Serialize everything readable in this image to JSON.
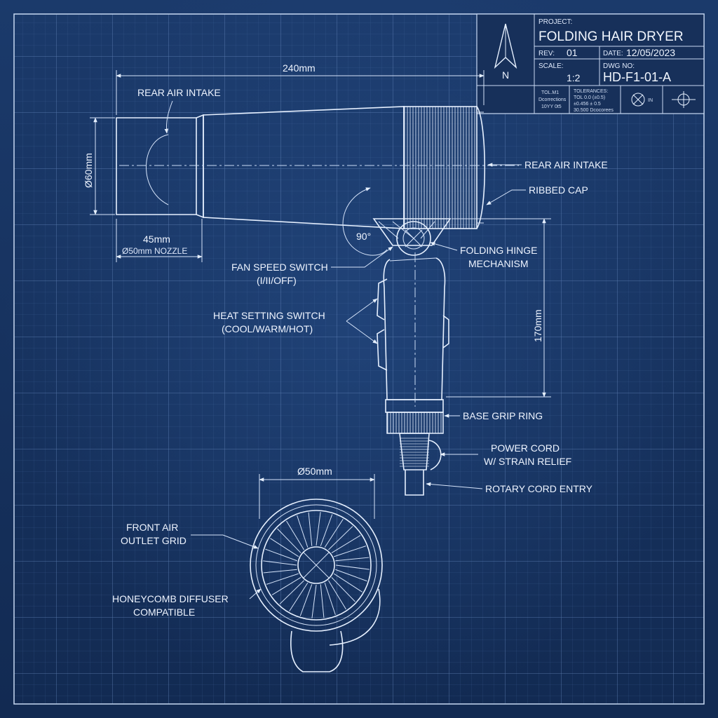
{
  "title_block": {
    "project_label": "PROJECT:",
    "project_name": "FOLDING HAIR DRYER",
    "rev_label": "REV:",
    "rev_value": "01",
    "date_label": "DATE:",
    "date_value": "12/05/2023",
    "scale_label": "SCALE:",
    "scale_value": "1:2",
    "dwg_label": "DWG NO:",
    "dwg_value": "HD-F1-01-A",
    "north_label": "N",
    "tol_lines": [
      "TOL.M1",
      "Dcorrections",
      "10YY 0t5"
    ],
    "tolerances_lines": [
      "TOLERANCES:",
      "TOL 0.0 (±0.5)",
      "±0.456 ± 0.5",
      "30.500 Dcocorees"
    ],
    "symbol_label": "IN"
  },
  "dimensions": {
    "overall_length": "240mm",
    "body_diameter": "Ø60mm",
    "nozzle_length": "45mm",
    "nozzle_note": "Ø50mm NOZZLE",
    "fold_angle": "90°",
    "handle_length": "170mm",
    "outlet_diameter": "Ø50mm"
  },
  "callouts": {
    "rear_air_intake_top": "REAR AIR INTAKE",
    "rear_air_intake_right": "REAR AIR INTAKE",
    "ribbed_cap": "RIBBED CAP",
    "folding_hinge_1": "FOLDING HINGE",
    "folding_hinge_2": "MECHANISM",
    "fan_speed_1": "FAN SPEED SWITCH",
    "fan_speed_2": "(I/II/OFF)",
    "heat_setting_1": "HEAT SETTING SWITCH",
    "heat_setting_2": "(COOL/WARM/HOT)",
    "base_grip_ring": "BASE GRIP RING",
    "power_cord_1": "POWER CORD",
    "power_cord_2": "W/ STRAIN RELIEF",
    "rotary_cord_entry": "ROTARY CORD ENTRY",
    "front_air_1": "FRONT AIR",
    "front_air_2": "OUTLET GRID",
    "honeycomb_1": "HONEYCOMB DIFFUSER",
    "honeycomb_2": "COMPATIBLE"
  },
  "colors": {
    "background": "#16305a",
    "line": "#e6f0ff",
    "grid": "#4a6fa8"
  }
}
